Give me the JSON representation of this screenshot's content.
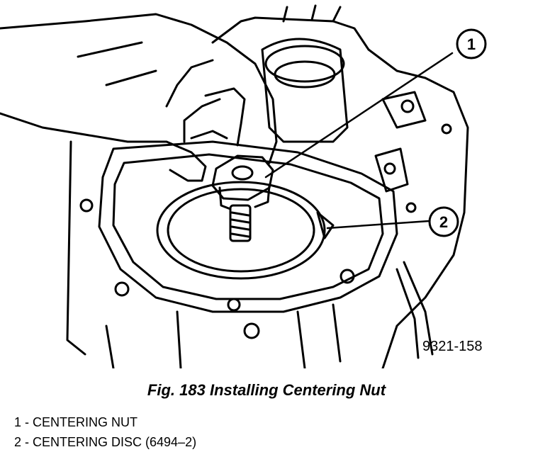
{
  "figure": {
    "code": "9321-158",
    "caption": "Fig. 183 Installing Centering Nut"
  },
  "callouts": [
    {
      "number": "1"
    },
    {
      "number": "2"
    }
  ],
  "legend": [
    {
      "text": "1 - CENTERING NUT"
    },
    {
      "text": "2 - CENTERING DISC (6494–2)"
    }
  ]
}
